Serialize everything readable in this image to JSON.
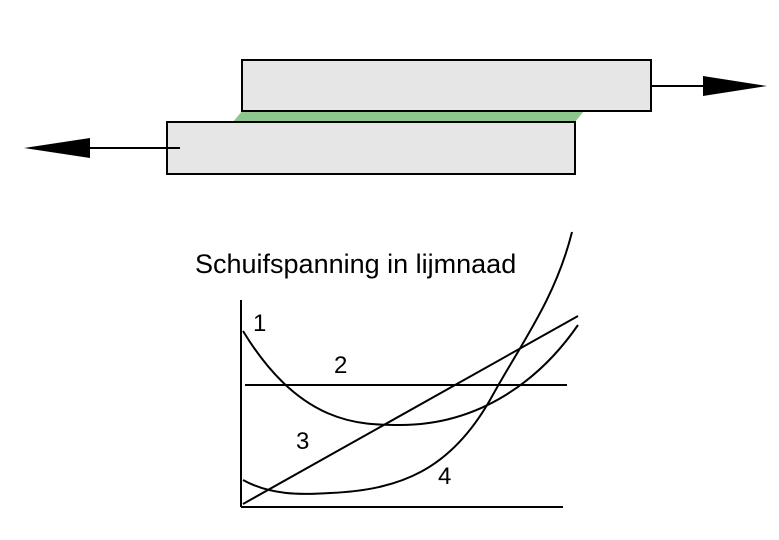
{
  "title": "Schuifspanning in lijmnaad",
  "curves": [
    {
      "label": "1"
    },
    {
      "label": "2"
    },
    {
      "label": "3"
    },
    {
      "label": "4"
    }
  ],
  "colors": {
    "plate_fill": "#e6e6e6",
    "adhesive": "#8ec68e",
    "stroke": "#000000"
  }
}
